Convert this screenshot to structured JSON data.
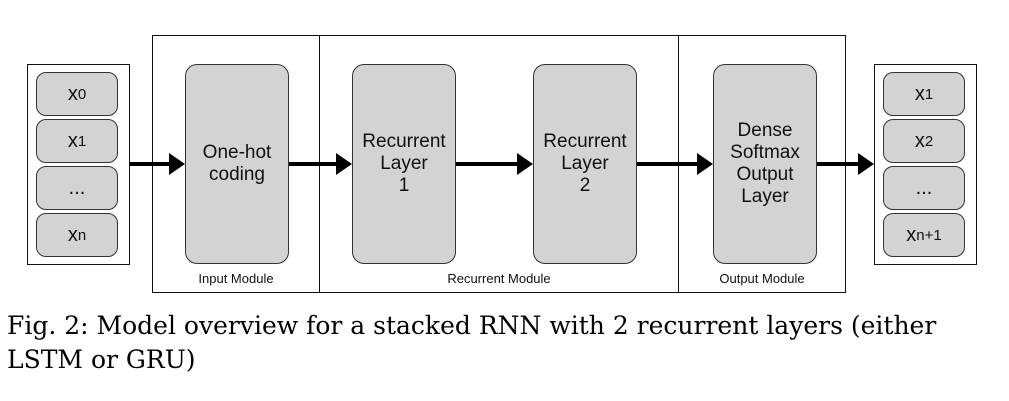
{
  "modules": {
    "input": "Input Module",
    "recurrent": "Recurrent Module",
    "output": "Output Module"
  },
  "blocks": {
    "one_hot": "One-hot\ncoding",
    "recurrent_1": "Recurrent\nLayer\n1",
    "recurrent_2": "Recurrent\nLayer\n2",
    "dense": "Dense\nSoftmax\nOutput\nLayer"
  },
  "input_tokens": [
    {
      "base": "x",
      "sub": "0"
    },
    {
      "base": "x",
      "sub": "1"
    },
    {
      "base": "...",
      "sub": ""
    },
    {
      "base": "x",
      "sub": "n"
    }
  ],
  "output_tokens": [
    {
      "base": "x",
      "sub": "1"
    },
    {
      "base": "x",
      "sub": "2"
    },
    {
      "base": "...",
      "sub": ""
    },
    {
      "base": "x",
      "sub": "n+1"
    }
  ],
  "caption": "Fig. 2: Model overview for a stacked RNN with 2 recurrent layers (either LSTM or GRU)"
}
